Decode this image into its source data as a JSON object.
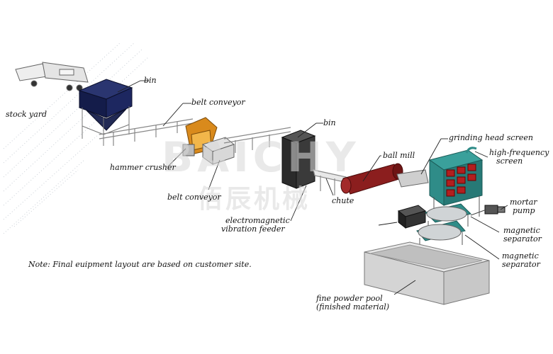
{
  "labels": {
    "bin_top": "bin",
    "stock_yard": "stock yard",
    "belt_conveyor_top": "belt conveyor",
    "hammer_crusher": "hammer crusher",
    "belt_conveyor_bottom": "belt conveyor",
    "bin_right": "bin",
    "ball_mill": "ball mill",
    "grinding_head_screen": "grinding head screen",
    "high_frequency_screen_1": "high-frequency",
    "high_frequency_screen_2": "screen",
    "chute": "chute",
    "electromagnetic_vibration_feeder_1": "electromagnetic",
    "electromagnetic_vibration_feeder_2": "vibration feeder",
    "mortar_pump_1": "mortar",
    "mortar_pump_2": "pump",
    "magnetic_separator_a_1": "magnetic",
    "magnetic_separator_a_2": "separator",
    "magnetic_separator_b_1": "magnetic",
    "magnetic_separator_b_2": "separator",
    "fine_powder_pool_1": "fine powder pool",
    "fine_powder_pool_2": "(finished material)"
  },
  "note": "Note: Final euipment layout are based on customer site.",
  "watermark": {
    "latin": "BAICHY",
    "chinese": "佰辰机械"
  },
  "colors": {
    "bin_blue": "#141c4a",
    "crusher_orange": "#d98a1c",
    "ball_mill_red": "#8b1e1e",
    "screen_teal": "#2f8c88",
    "screen_red": "#b21f1f",
    "bin_dark": "#2b2b2b",
    "pool_gray": "#c8c8c8"
  }
}
